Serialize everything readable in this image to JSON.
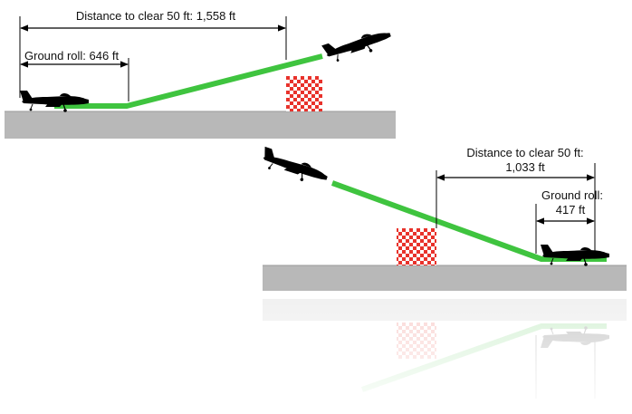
{
  "takeoff": {
    "distance_label": "Distance to clear 50 ft: 1,558 ft",
    "ground_roll_label": "Ground roll: 646 ft"
  },
  "landing": {
    "distance_label_line1": "Distance to clear 50 ft:",
    "distance_label_line2": "1,033 ft",
    "ground_roll_label_line1": "Ground roll:",
    "ground_roll_label_line2": "417 ft"
  },
  "colors": {
    "ground": "#b8b8b8",
    "ground_edge": "#9a9a9a",
    "path": "#3fc43f",
    "obstacle_red": "#e8322b",
    "obstacle_white": "#ffffff",
    "aircraft": "#000000"
  },
  "icons": {
    "aircraft": "airplane-icon",
    "obstacle": "checkered-obstacle-icon"
  }
}
